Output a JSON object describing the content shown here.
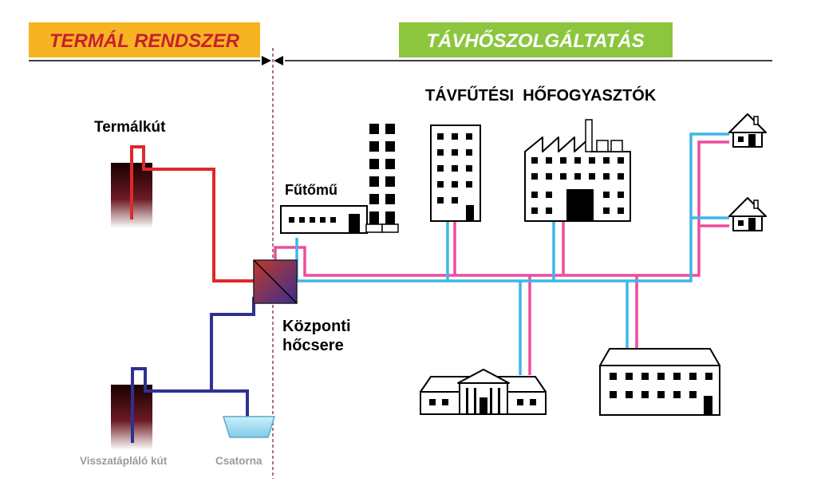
{
  "header": {
    "left_label": "TERMÁL RENDSZER",
    "right_label": "TÁVHŐSZOLGÁLTATÁS"
  },
  "labels": {
    "thermal_well": "Termálkút",
    "heating_plant": "Fűtőmű",
    "consumers": "TÁVFŰTÉSI  HŐFOGYASZTÓK",
    "exchanger_line1": "Központi",
    "exchanger_line2": "hőcsere",
    "reinjection_well": "Visszatápláló kút",
    "sewer": "Csatorna"
  },
  "colors": {
    "left_banner": "#f7b422",
    "left_text": "#c8202f",
    "right_banner": "#8cc63f",
    "right_text": "#ffffff",
    "hot_pipe": "#e0282c",
    "cold_pipe": "#2e3192",
    "supply_pipe": "#ee4c9c",
    "return_pipe": "#3fb6e8",
    "building_fill": "#ffffff",
    "building_stroke": "#000000"
  }
}
